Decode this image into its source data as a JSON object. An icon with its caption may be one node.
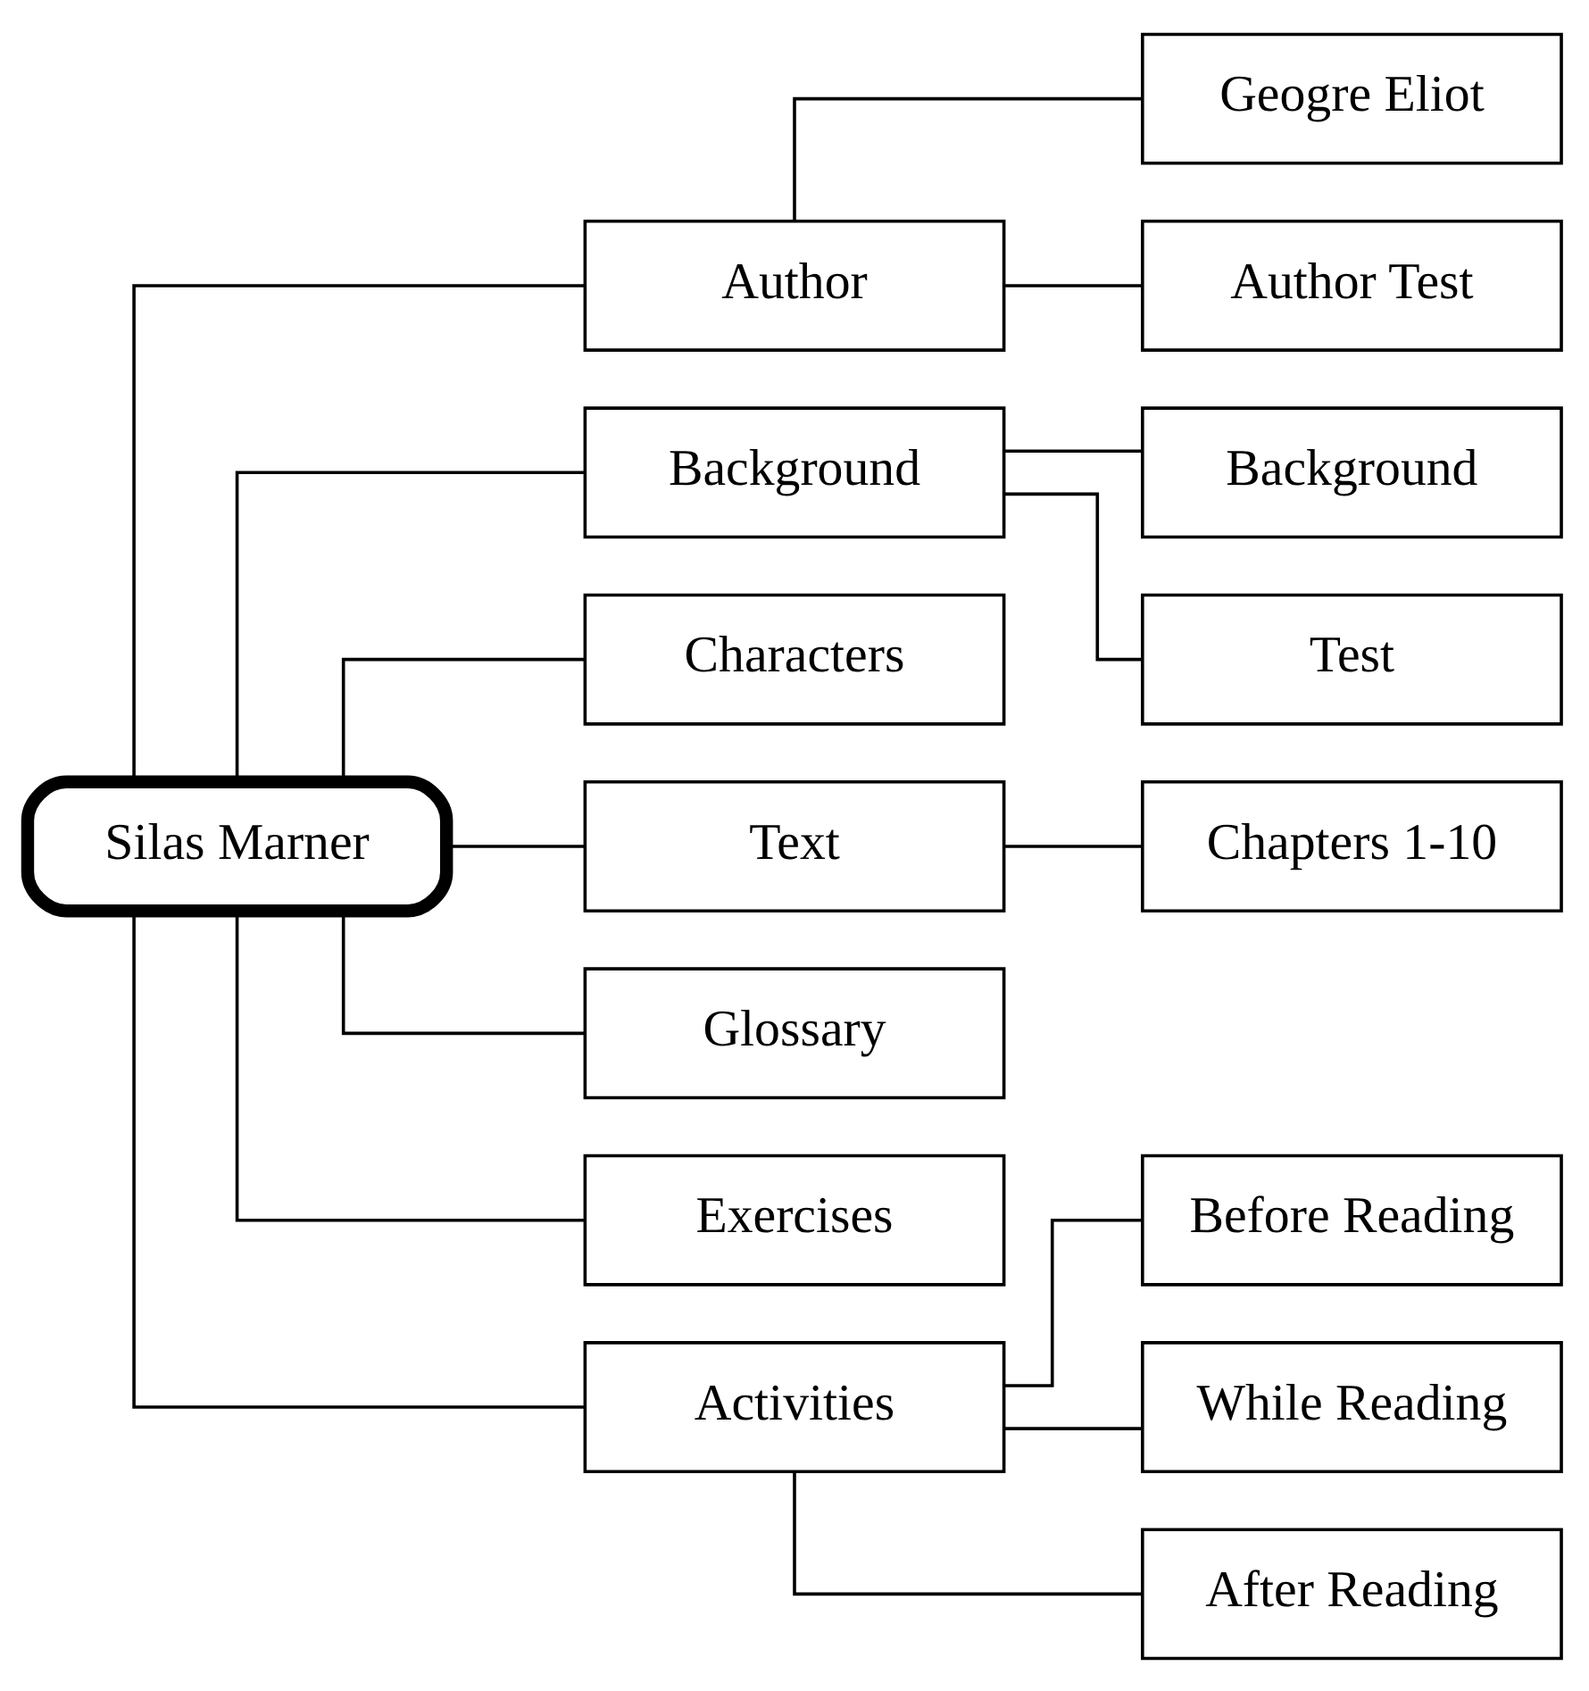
{
  "diagram": {
    "nodes": [
      {
        "text": [
          "Silas Marner"
        ]
      },
      {
        "text": [
          "Author"
        ]
      },
      {
        "text": [
          "Geogre Eliot"
        ]
      },
      {
        "text": [
          "Author Test"
        ]
      },
      {
        "text": [
          "Background"
        ]
      },
      {
        "text": [
          "Background"
        ]
      },
      {
        "text": [
          "Test"
        ]
      },
      {
        "text": [
          "Characters"
        ]
      },
      {
        "text": [
          "Text"
        ]
      },
      {
        "text": [
          "Chapters 1-10"
        ]
      },
      {
        "text": [
          "Glossary"
        ]
      },
      {
        "text": [
          "Exercises"
        ]
      },
      {
        "text": [
          "Activities"
        ]
      },
      {
        "text": [
          "Before Reading"
        ]
      },
      {
        "text": [
          "While Reading"
        ]
      },
      {
        "text": [
          "After Reading"
        ]
      }
    ],
    "edges": [
      {
        "from": 0,
        "to": 1,
        "arrow": "none"
      },
      {
        "from": 0,
        "to": 4,
        "arrow": "none"
      },
      {
        "from": 0,
        "to": 7,
        "arrow": "none"
      },
      {
        "from": 0,
        "to": 8,
        "arrow": "none"
      },
      {
        "from": 0,
        "to": 10,
        "arrow": "none"
      },
      {
        "from": 0,
        "to": 11,
        "arrow": "none"
      },
      {
        "from": 0,
        "to": 12,
        "arrow": "none"
      },
      {
        "from": 1,
        "to": 2,
        "arrow": "none"
      },
      {
        "from": 1,
        "to": 3,
        "arrow": "none"
      },
      {
        "from": 4,
        "to": 5,
        "arrow": "none"
      },
      {
        "from": 4,
        "to": 6,
        "arrow": "none"
      },
      {
        "from": 8,
        "to": 9,
        "arrow": "none"
      },
      {
        "from": 12,
        "to": 13,
        "arrow": "none"
      },
      {
        "from": 12,
        "to": 14,
        "arrow": "none"
      },
      {
        "from": 12,
        "to": 15,
        "arrow": "none"
      }
    ]
  }
}
